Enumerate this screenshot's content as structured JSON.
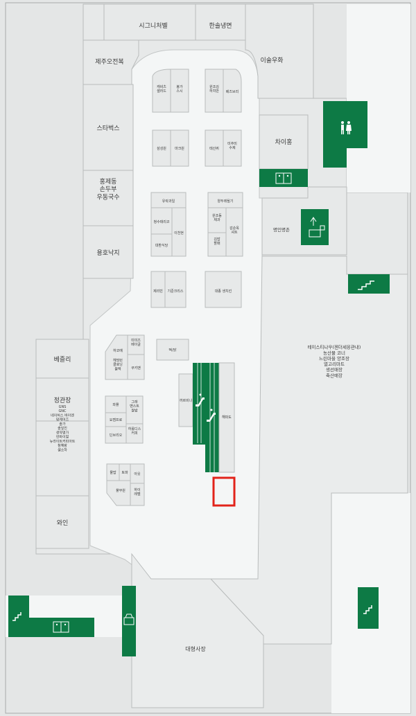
{
  "colors": {
    "background": "#e4e6e6",
    "floor": "#f4f6f6",
    "unit": "#e7e9e9",
    "unit_border": "#b9bcbc",
    "facility": "#0d7a45",
    "highlight": "#e2231a"
  },
  "stores": {
    "signature": "시그니처벨",
    "hansol": "한솔냉면",
    "isulwoohwa": "이술우화",
    "jeju": "제주오전복",
    "starbucks": "스타벅스",
    "hongje": "홍제동\n손두부\n우동국수",
    "yongho": "용호낙지",
    "bechelee": "베즐리",
    "jeonggwanjang": "정관장",
    "health": "GNS\nGNC\n네이처스 바이엔\n덩케어즈\n솔가\n솔잎진\n생약명가\n언바이얼\n뉴라이트커피아트\n참혜랑\n셀소하",
    "wine": "와인",
    "chaihong": "차이홍",
    "myeongin": "명인명촌",
    "tesdinawoo": "테이스티나우(젠더세몽관내)\n농산물 코너\n느린마을 양조장\n열고리마트\n생선매장\n축산매장",
    "event": "대형사장",
    "tteok": "떡/닭",
    "fish": "해파도",
    "k1": "캐비츠\n샐러드",
    "k2": "봉가\n스시",
    "k3": "원조김\n하치만",
    "k4": "베즈브리",
    "k5": "삼성원",
    "k6": "마크원",
    "k7": "태산퀴",
    "k8": "미추미\n수제",
    "k9": "유락과일",
    "k10": "청수태리코",
    "k11": "이천현",
    "k12": "대환식당",
    "k13": "양두레될기",
    "k14": "원조동\n제과",
    "k15": "감순옥\n셔트",
    "k16": "김밥\n할매",
    "k17": "제리빈",
    "k18": "기준크리스",
    "k19": "대종 생치킨",
    "k20": "미미즈\n베이글",
    "k21": "하코예",
    "k22": "헤밍턴\n클로닝\n블렉",
    "k23": "쿠키맨",
    "k24": "와플",
    "k25": "그래\n맨스트\n쌀밥",
    "k26": "요캠프로",
    "k27": "하롤디스\n커피",
    "k28": "딘브리오",
    "k29": "물밥",
    "k30": "토파",
    "k31": "아웃",
    "k32": "풀무원",
    "k33": "하이\n레벨",
    "k34": "까르비나"
  }
}
